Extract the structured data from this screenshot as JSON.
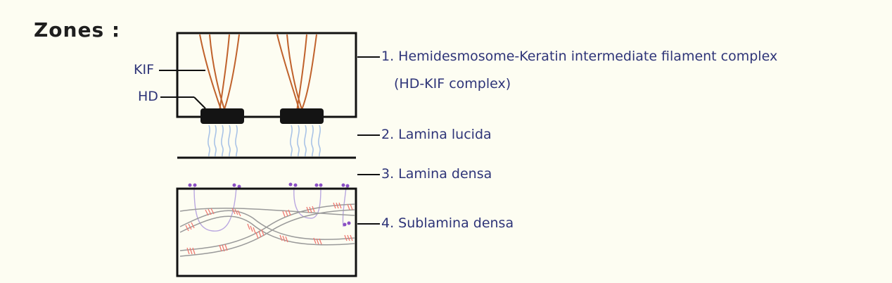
{
  "title": "Zones :",
  "labels": {
    "kif": "KIF",
    "hd": "HD",
    "zone1_line1": "1. Hemidesmosome-Keratin intermediate filament complex",
    "zone1_line2": "(HD-KIF complex)",
    "zone2": "2. Lamina lucida",
    "zone3": "3. Lamina densa",
    "zone4": "4. Sublamina densa"
  },
  "colors": {
    "label_text": "#2e3478",
    "keratin_filament": "#c0622c",
    "anchoring_filament": "#a9c3e6",
    "collagen_band": "#f07a72",
    "laminin_dot": "#8a4fc4",
    "outline": "#111111"
  }
}
